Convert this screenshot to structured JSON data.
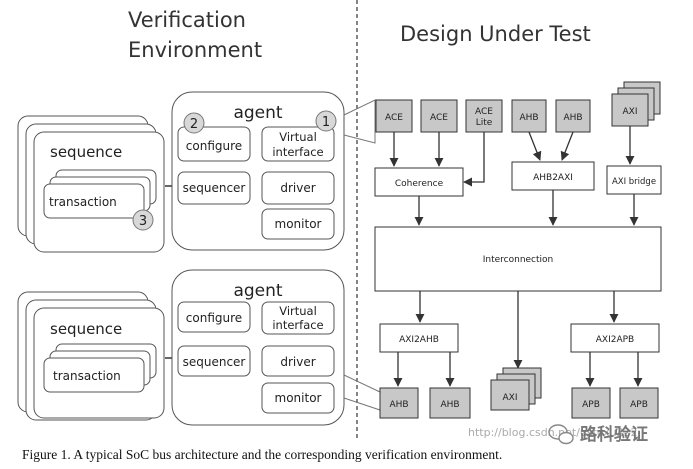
{
  "headings": {
    "left_line1": "Verification",
    "left_line2": "Environment",
    "right": "Design Under Test"
  },
  "agents": [
    {
      "title": "agent",
      "configure": "configure",
      "virtual_interface_line1": "Virtual",
      "virtual_interface_line2": "interface",
      "sequencer": "sequencer",
      "driver": "driver",
      "monitor": "monitor"
    },
    {
      "title": "agent",
      "configure": "configure",
      "virtual_interface_line1": "Virtual",
      "virtual_interface_line2": "interface",
      "sequencer": "sequencer",
      "driver": "driver",
      "monitor": "monitor"
    }
  ],
  "sequences": [
    {
      "label": "sequence",
      "transaction": "transaction"
    },
    {
      "label": "sequence",
      "transaction": "transaction"
    }
  ],
  "markers": [
    "1",
    "2",
    "3"
  ],
  "dut": {
    "ace1": "ACE",
    "ace2": "ACE",
    "ace_lite_line1": "ACE",
    "ace_lite_line2": "Lite",
    "ahb_top1": "AHB",
    "ahb_top2": "AHB",
    "axi_top": "AXI",
    "coherence": "Coherence",
    "ahb2axi": "AHB2AXI",
    "axi_bridge": "AXI bridge",
    "interconnection": "Interconnection",
    "axi2ahb": "AXI2AHB",
    "axi2apb": "AXI2APB",
    "ahb_bot1": "AHB",
    "ahb_bot2": "AHB",
    "axi_bot": "AXI",
    "apb1": "APB",
    "apb2": "APB"
  },
  "caption": "Figure 1. A typical SoC bus architecture and the corresponding verification environment.",
  "watermark": {
    "url": "http://blog.csdn.net/ustcxu222",
    "name": "路科验证"
  },
  "colors": {
    "gray_box": "#c8c8c8",
    "line": "#333333"
  }
}
